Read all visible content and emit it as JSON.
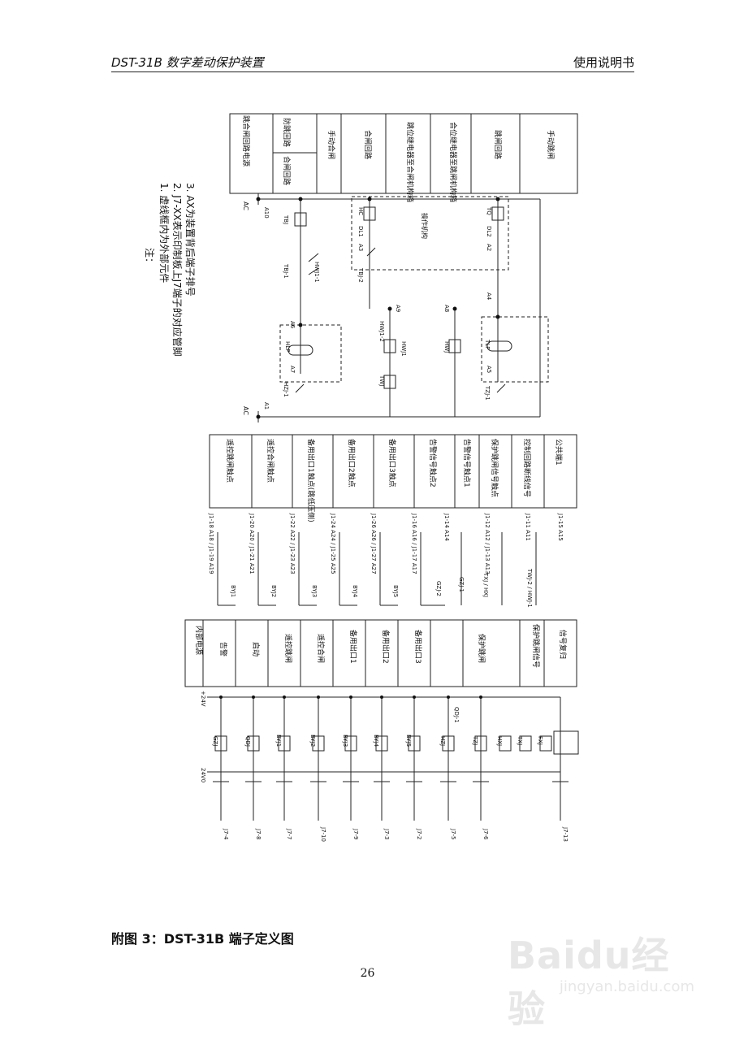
{
  "header": {
    "left": "DST-31B 数字差动保护装置",
    "right": "使用说明书"
  },
  "caption": "附图 3：DST-31B 端子定义图",
  "page_number": "26",
  "watermark": {
    "brand": "Baidu经验",
    "url": "jingyan.baidu.com"
  },
  "notes": {
    "heading": "注：",
    "items": [
      "1. 虚线框内为外部元件",
      "2. J7-XX表示印制板上J7端子的对应管脚",
      "3. AX为装置背后端子排号"
    ]
  },
  "section_top": {
    "supply_left": "AC",
    "supply_right": "AC",
    "function_header": "跳合闸回路电源",
    "sub_header_close": "合闸回路",
    "sub_header_antipump": "防跳回路",
    "functions": [
      "手动合闸",
      "合闸回路",
      "跳位继电器至合闸机构箱",
      "合位继电器至跳闸机构箱",
      "跳闸回路",
      "手动跳闸"
    ],
    "terminals": [
      "A10",
      "A3",
      "A6",
      "A7",
      "A1",
      "A2",
      "A4",
      "A5",
      "A8",
      "A9"
    ],
    "components": [
      "TBJ",
      "TBJ-1",
      "HWJ1-1",
      "TBJ-2",
      "HC",
      "DL1",
      "TQ",
      "DL2",
      "操作机构",
      "HLP",
      "HZJ-1",
      "HWJ1-2",
      "HWJ1",
      "HWJ",
      "TWJ",
      "TLP",
      "TZJ-1"
    ]
  },
  "section_middle": {
    "rows": [
      {
        "pins": "J1-18 A18 / J1-19 A19",
        "comp": "BYJ1",
        "label": "遥控跳闸触点"
      },
      {
        "pins": "J1-20 A20 / J1-21 A21",
        "comp": "BYJ2",
        "label": "遥控合闸触点"
      },
      {
        "pins": "J1-22 A22 / J1-23 A23",
        "comp": "BYJ3",
        "label": "备用出口1触点(跳低压侧)"
      },
      {
        "pins": "J1-24 A24 / J1-25 A25",
        "comp": "BYJ4",
        "label": "备用出口2触点"
      },
      {
        "pins": "J1-26 A26 / J1-27 A27",
        "comp": "BYJ5",
        "label": "备用出口3触点"
      },
      {
        "pins": "J1-16 A16 / J1-17 A17",
        "comp": "GZJ-2",
        "label": "告警信号触点2"
      },
      {
        "pins": "J1-14 A14",
        "comp": "GZJ-1",
        "label": "告警信号触点1"
      },
      {
        "pins": "J1-12 A12 / J1-13 A13",
        "comp": "TXJ / HXJ",
        "label": "保护跳闸信号触点"
      },
      {
        "pins": "J1-11 A11",
        "comp": "TWJ-2 / HWJ-1",
        "label": "控制回路断线信号"
      },
      {
        "pins": "J1-15 A15",
        "comp": "",
        "label": "公共端1"
      }
    ]
  },
  "section_bottom": {
    "supply_plus": "+24V",
    "supply_zero": "24V0",
    "header": "内部电源",
    "functions": [
      "告警",
      "启动",
      "遥控跳闸",
      "遥控合闸",
      "备用出口1",
      "备用出口2",
      "备用出口3",
      "保护跳闸",
      "保护跳闸信号",
      "信号复归"
    ],
    "relays": [
      "GZJ",
      "QDJ",
      "BYJ1",
      "BYJ2",
      "BYJ3",
      "BYJ4",
      "BYJ5",
      "HZJ",
      "TZJ",
      "HXJ",
      "TXJ",
      "FXJ"
    ],
    "contact": "QDJ-1",
    "pins": [
      "J7-4",
      "J7-8",
      "J7-7",
      "J7-10",
      "J7-9",
      "J7-3",
      "J7-2",
      "J7-5",
      "J7-6",
      "J7-13"
    ]
  }
}
